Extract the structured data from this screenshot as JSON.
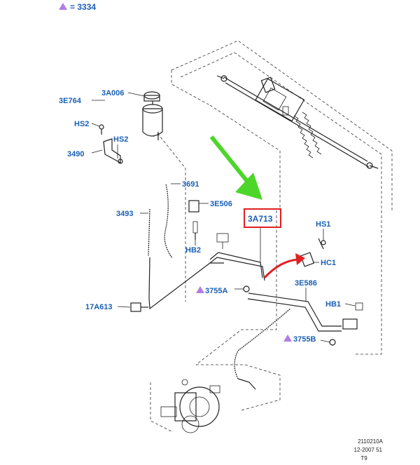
{
  "legend": {
    "symbol": "triangle",
    "value": "= 3334",
    "color": "#b07ee0"
  },
  "labels": {
    "l_3E764": "3E764",
    "l_3A006": "3A006",
    "l_HS2a": "HS2",
    "l_HS2b": "HS2",
    "l_3490": "3490",
    "l_3691": "3691",
    "l_3E506": "3E506",
    "l_3493": "3493",
    "l_HB2": "HB2",
    "l_3A713": "3A713",
    "l_HS1": "HS1",
    "l_HC1": "HC1",
    "l_3755A": "3755A",
    "l_3E586": "3E586",
    "l_HB1": "HB1",
    "l_17A613": "17A613",
    "l_3755B": "3755B"
  },
  "footer": {
    "code": "2110210A",
    "date": "12-2007 51",
    "page": "T9"
  },
  "colors": {
    "label_blue": "#1a5fb4",
    "highlight_red": "#e02020",
    "arrow_green": "#4cd62a",
    "triangle_purple": "#b07ee0"
  }
}
